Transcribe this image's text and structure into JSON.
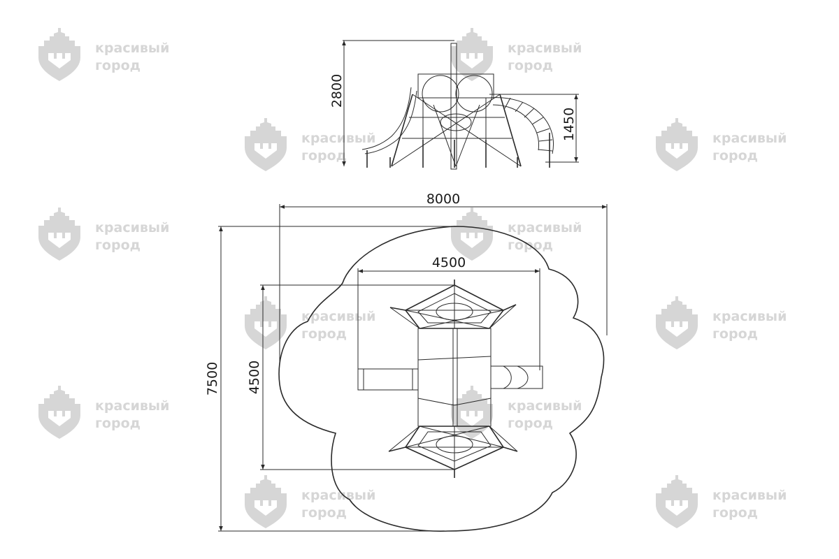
{
  "watermark": {
    "line1": "красивый",
    "line2": "город",
    "color": "#d6d6d6"
  },
  "side_view": {
    "height_total": "2800",
    "height_platform": "1450"
  },
  "plan_view": {
    "overall_width": "8000",
    "overall_depth": "7500",
    "structure_width": "4500",
    "structure_depth": "4500"
  }
}
